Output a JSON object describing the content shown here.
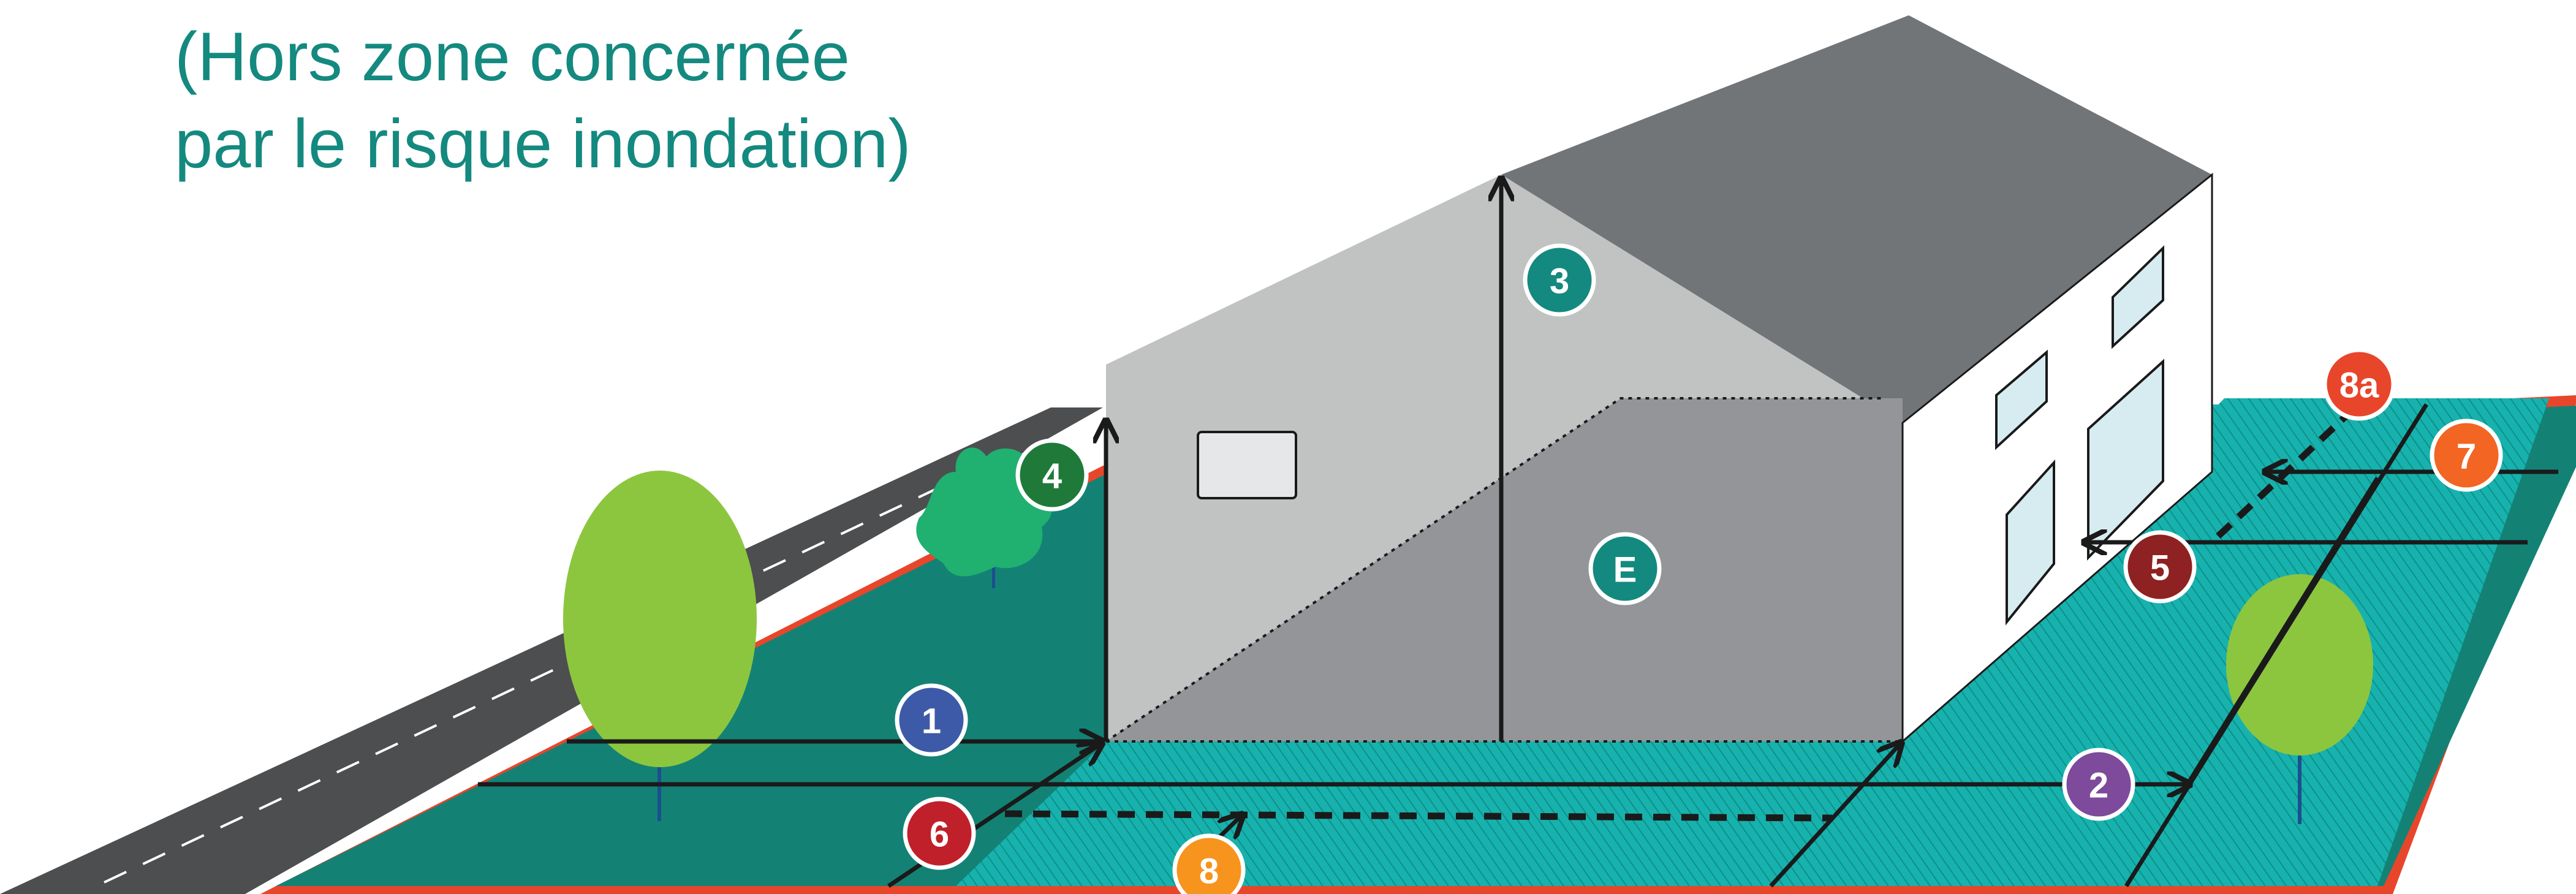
{
  "title": {
    "line1": "(Hors zone concernée",
    "line2": "par le risque inondation)"
  },
  "markers": [
    {
      "id": "m1",
      "label": "1",
      "color": "#3d5aa8"
    },
    {
      "id": "m2",
      "label": "2",
      "color": "#7d4a9c"
    },
    {
      "id": "m3",
      "label": "3",
      "color": "#14897f"
    },
    {
      "id": "m4",
      "label": "4",
      "color": "#1f7a3a"
    },
    {
      "id": "m5",
      "label": "5",
      "color": "#8e2121"
    },
    {
      "id": "m6",
      "label": "6",
      "color": "#c0202a"
    },
    {
      "id": "m7",
      "label": "7",
      "color": "#f26522"
    },
    {
      "id": "m8",
      "label": "8",
      "color": "#f7941d"
    },
    {
      "id": "m8a",
      "label": "8a",
      "color": "#e8462b"
    },
    {
      "id": "mE",
      "label": "E",
      "color": "#14897f"
    }
  ],
  "colors": {
    "title": "#14897f",
    "lawn": "#138275",
    "hatched_zone": "#17b2ad",
    "property_border": "#e8462b",
    "road": "#4d4e50",
    "roof": "#727578",
    "gable_light": "#c1c3c3",
    "wall_shadow": "#939598",
    "facade": "#ffffff",
    "window": "#d7ecf0",
    "tree": "#8cc63f",
    "tree_trunk": "#1b4f8f",
    "shrub": "#20b070"
  }
}
